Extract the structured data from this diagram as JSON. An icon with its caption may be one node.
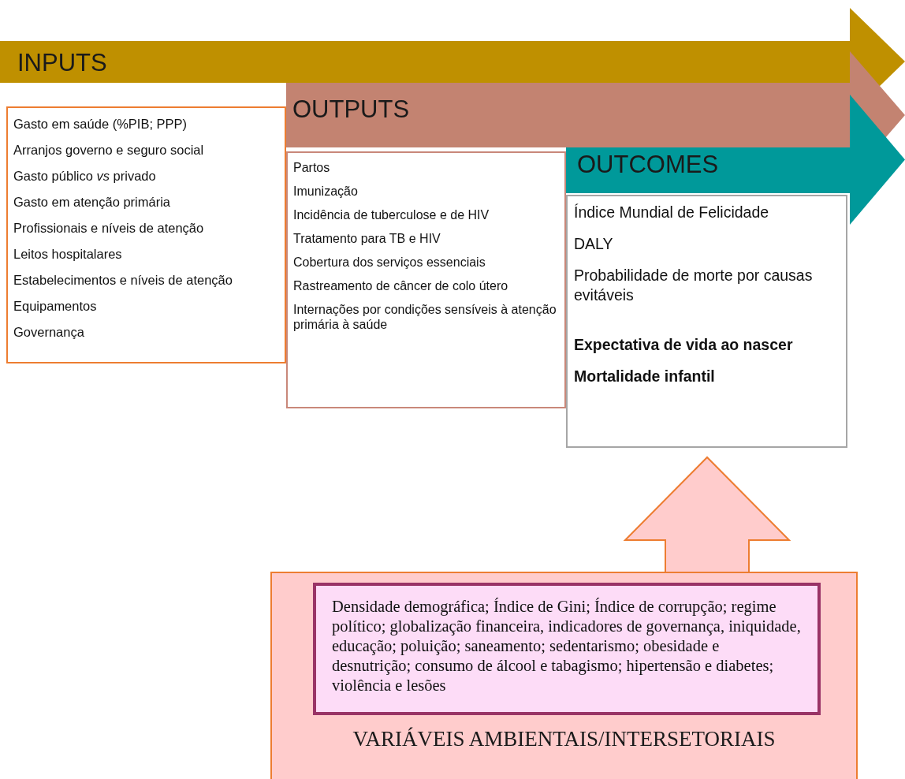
{
  "diagram": {
    "nodes": [
      {
        "text": [
          "INPUTS"
        ]
      },
      {
        "text": [
          "Gasto em saúde (%PIB; PPP)",
          "Arranjos governo e seguro social",
          "Gasto público *vs* privado",
          "Gasto em atenção primária",
          "Profissionais e níveis de atenção",
          "Leitos hospitalares",
          "Estabelecimentos e níveis de atenção",
          "Equipamentos",
          "Governança"
        ]
      },
      {
        "text": [
          "OUTPUTS"
        ]
      },
      {
        "text": [
          "Partos",
          "Imunização",
          "Incidência de tuberculose e de HIV",
          "Tratamento para TB e HIV",
          "Cobertura dos serviços essenciais",
          "Rastreamento de câncer de colo útero",
          "Internações por condições sensíveis à atenção primária à saúde"
        ]
      },
      {
        "text": [
          "OUTCOMES"
        ]
      },
      {
        "text": [
          "Índice Mundial de Felicidade",
          "DALY",
          "Probabilidade de morte por causas evitáveis",
          "Expectativa de vida ao nascer",
          "Mortalidade infantil"
        ]
      },
      {
        "text": [
          "VARIÁVEIS AMBIENTAIS/INTERSETORIAIS"
        ]
      },
      {
        "text": [
          "Densidade demográfica; Índice de Gini; Índice de corrupção; regime político; globalização financeira, indicadores de governança, iniquidade, educação; poluição; saneamento; sedentarismo; obesidade e desnutrição; consumo de álcool e tabagismo; hipertensão e diabetes; violência e lesões"
        ],
        "in": 6
      }
    ],
    "edges": [
      {
        "from": 6,
        "to": 5,
        "arrow": "to"
      }
    ]
  }
}
